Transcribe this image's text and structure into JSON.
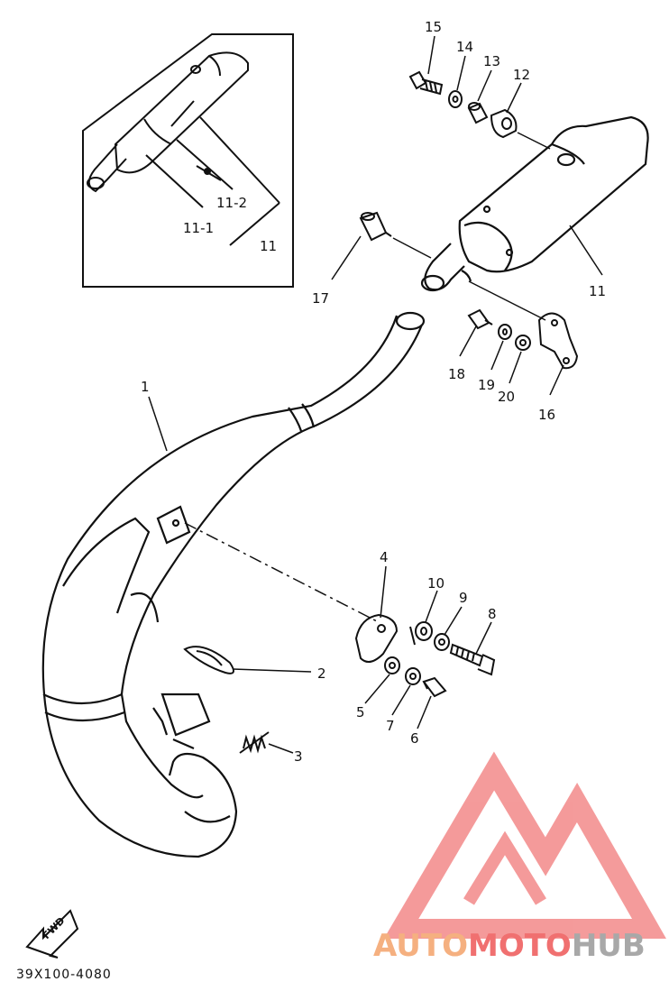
{
  "diagram": {
    "part_code": "39X100-4080",
    "fwd_label": "FWD",
    "callouts": [
      {
        "id": "c1",
        "label": "1"
      },
      {
        "id": "c2",
        "label": "2"
      },
      {
        "id": "c3",
        "label": "3"
      },
      {
        "id": "c4",
        "label": "4"
      },
      {
        "id": "c5",
        "label": "5"
      },
      {
        "id": "c6",
        "label": "6"
      },
      {
        "id": "c7",
        "label": "7"
      },
      {
        "id": "c8",
        "label": "8"
      },
      {
        "id": "c9",
        "label": "9"
      },
      {
        "id": "c10",
        "label": "10"
      },
      {
        "id": "c11",
        "label": "11"
      },
      {
        "id": "c12",
        "label": "12"
      },
      {
        "id": "c13",
        "label": "13"
      },
      {
        "id": "c14",
        "label": "14"
      },
      {
        "id": "c15",
        "label": "15"
      },
      {
        "id": "c16",
        "label": "16"
      },
      {
        "id": "c17",
        "label": "17"
      },
      {
        "id": "c18",
        "label": "18"
      },
      {
        "id": "c19",
        "label": "19"
      },
      {
        "id": "c20",
        "label": "20"
      },
      {
        "id": "c11_1",
        "label": "11-1"
      },
      {
        "id": "c11_2",
        "label": "11-2"
      },
      {
        "id": "c11_inset",
        "label": "11"
      }
    ]
  },
  "watermark": {
    "part_a": "AUTO",
    "part_b": "MOTO",
    "part_c": "HUB",
    "color_red": "#f07070",
    "color_orange": "#f5b080",
    "color_gray": "#a8a8a8"
  }
}
